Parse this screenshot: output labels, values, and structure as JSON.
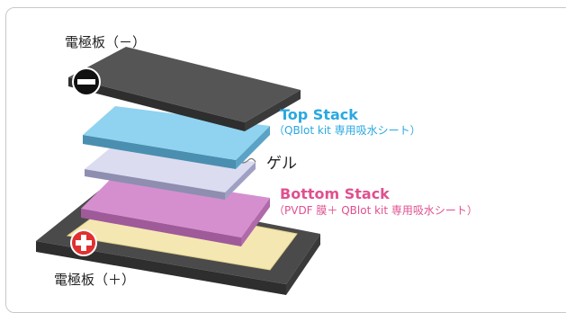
{
  "labels": {
    "electrode_negative": "電極板（－）",
    "electrode_positive": "電極板（＋）",
    "top_stack_title": "Top Stack",
    "top_stack_sub": "（QBlot kit 専用吸水シート）",
    "gel": "ゲル",
    "bottom_stack_title": "Bottom Stack",
    "bottom_stack_sub": "（PVDF 膜＋ QBlot kit 専用吸水シート）"
  },
  "colors": {
    "top_stack": "#29a8e0",
    "bottom_stack": "#e0508f",
    "electrode": "#4a4a4a",
    "top_sheet": "#8fd3f0",
    "gel": "#dcdcf0",
    "membrane": "#d58fcf",
    "base_sheet": "#f5e7b2",
    "negative_badge": "#111111",
    "positive_badge": "#e03030"
  },
  "icons": {
    "negative": "minus-badge-icon",
    "positive": "plus-badge-icon"
  }
}
